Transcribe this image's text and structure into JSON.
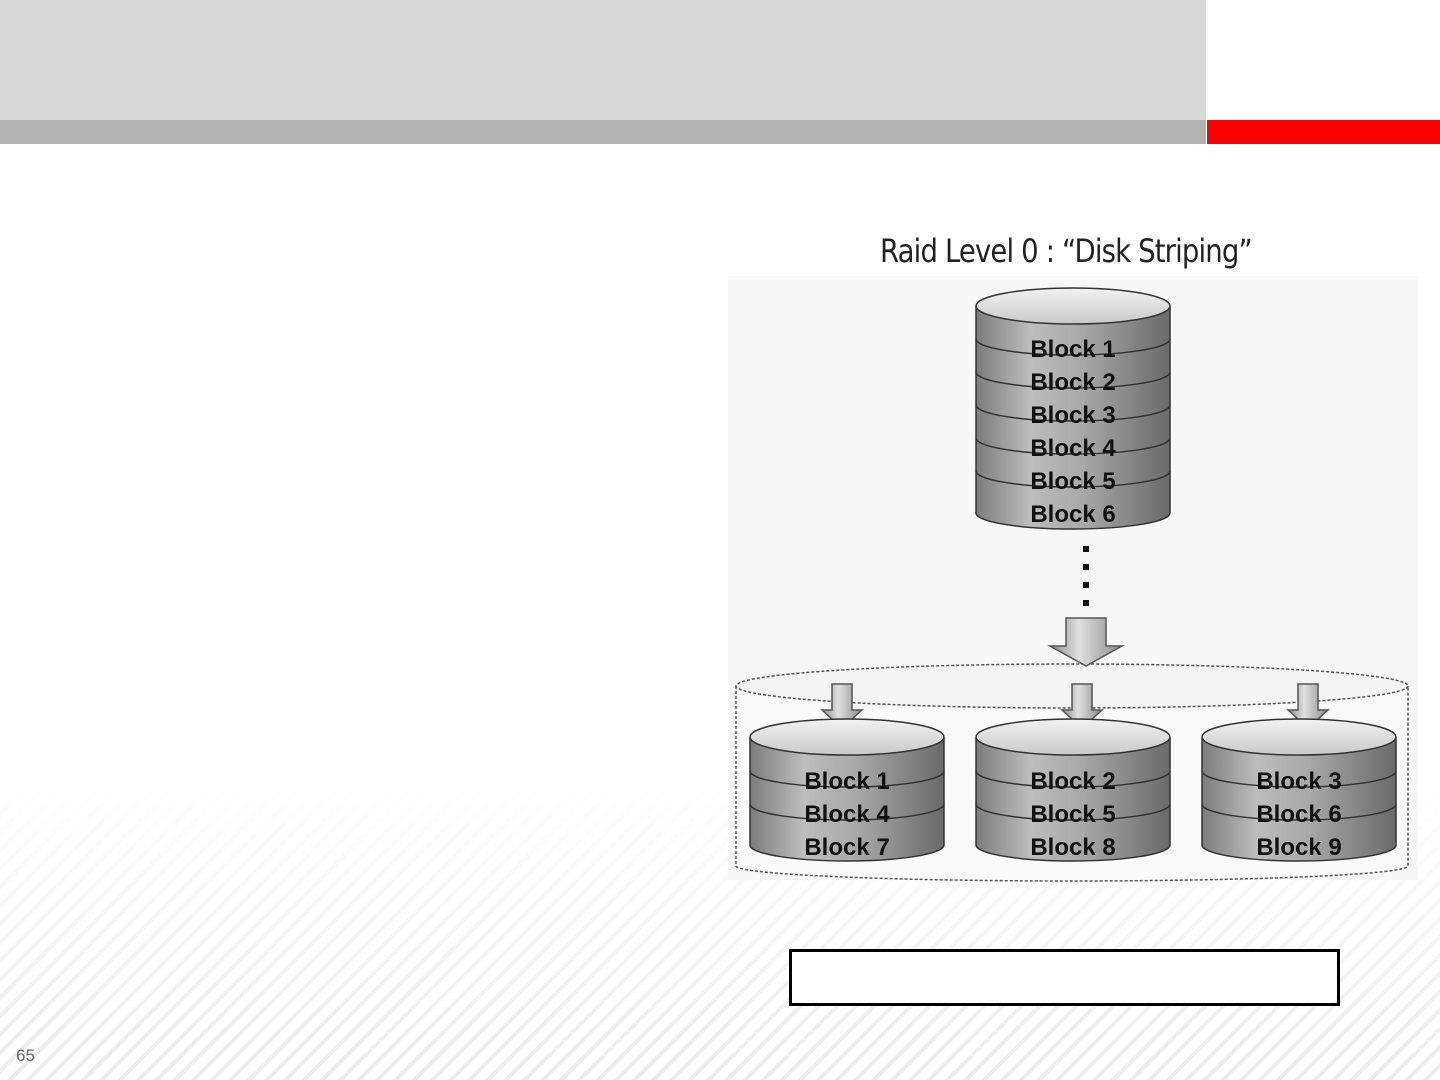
{
  "slide": {
    "page_number": "65"
  },
  "diagram": {
    "title": "Raid Level 0 : “Disk Striping”",
    "source_disk": {
      "blocks": [
        "Block 1",
        "Block 2",
        "Block 3",
        "Block 4",
        "Block 5",
        "Block 6"
      ]
    },
    "stripe_disks": [
      {
        "blocks": [
          "Block 1",
          "Block 4",
          "Block 7"
        ]
      },
      {
        "blocks": [
          "Block 2",
          "Block 5",
          "Block 8"
        ]
      },
      {
        "blocks": [
          "Block 3",
          "Block 6",
          "Block 9"
        ]
      }
    ],
    "caption": ""
  },
  "colors": {
    "header_band": "#d9d9d9",
    "header_bar": "#b2b2b2",
    "accent": "#ff0000",
    "disk_body": "#a3a3a3",
    "disk_top": "#dedede"
  }
}
